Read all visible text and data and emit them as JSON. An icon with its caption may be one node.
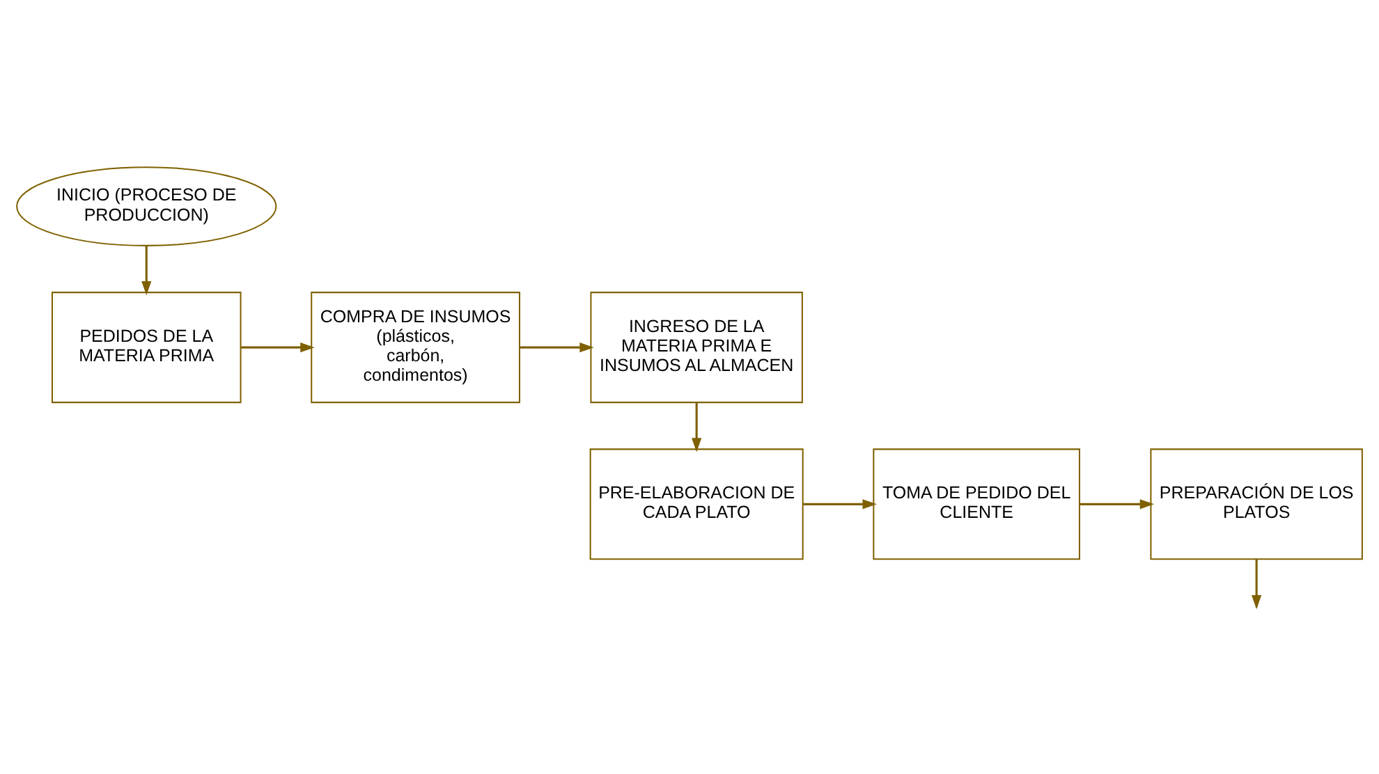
{
  "diagram": {
    "nodes": [
      {
        "text": [
          "INICIO (PROCESO DE PRODUCCION)"
        ]
      },
      {
        "text": [
          "PEDIDOS DE LA MATERIA PRIMA"
        ]
      },
      {
        "text": [
          "COMPRA DE INSUMOS (plásticos, carbón, condimentos)"
        ]
      },
      {
        "text": [
          "INGRESO DE LA MATERIA PRIMA E INSUMOS AL ALMACEN"
        ]
      },
      {
        "text": [
          "PRE-ELABORACION DE CADA PLATO"
        ]
      },
      {
        "text": [
          "TOMA DE PEDIDO DEL CLIENTE"
        ]
      },
      {
        "text": [
          "PREPARACIÓN DE LOS PLATOS"
        ]
      }
    ],
    "edges": [
      {
        "from": 0,
        "to": 1,
        "arrow": "to"
      },
      {
        "from": 1,
        "to": 2,
        "arrow": "to"
      },
      {
        "from": 2,
        "to": 3,
        "arrow": "to"
      },
      {
        "from": 3,
        "to": 4,
        "arrow": "to"
      },
      {
        "from": 4,
        "to": 5,
        "arrow": "to"
      },
      {
        "from": 5,
        "to": 6,
        "arrow": "to"
      },
      {
        "from": 6,
        "to": null,
        "arrow": "to"
      }
    ]
  }
}
